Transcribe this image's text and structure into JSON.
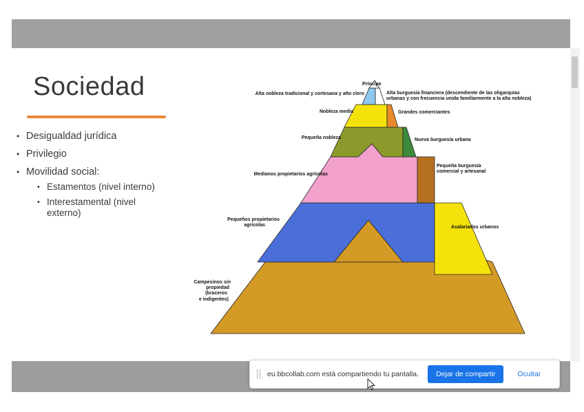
{
  "slide": {
    "title": "Sociedad",
    "accent_color": "#e8893a",
    "bullets": [
      {
        "text": "Desigualdad jurídica"
      },
      {
        "text": "Privilegio"
      },
      {
        "text": "Movilidad social:",
        "sub": [
          "Estamentos (nivel interno)",
          "Interestamental (nivel externo)"
        ]
      }
    ]
  },
  "pyramid": {
    "colors": {
      "blue_light": "#8fc8ee",
      "yellow": "#f5e20a",
      "orange": "#e8892a",
      "olive": "#8b9a2a",
      "green": "#3c8a3c",
      "pink": "#f2a0cc",
      "brown": "#b4711e",
      "royal_blue": "#4a6fd8",
      "gold": "#d49a26"
    },
    "labels": {
      "principe": "Príncipe",
      "alta_nobleza": "Alta nobleza tradicional y cortesana y alto clero",
      "alta_burguesia_1": "Alta burguesía financiera (descendiente de las oligarquías",
      "alta_burguesia_2": "urbanas y con frecuencia unida familiarmente a la alta nobleza)",
      "nobleza_media": "Nobleza media",
      "grandes_comerciantes": "Grandes comerciantes",
      "pequena_nobleza": "Pequeña nobleza",
      "nueva_burguesia": "Nueva burguesía urbana",
      "medianos_propietarios": "Medianos propietarios agrícolas",
      "pequena_burguesia_1": "Pequeña burguesía",
      "pequena_burguesia_2": "comercial y artesanal",
      "pequenos_propietarios_1": "Pequeños propietarios",
      "pequenos_propietarios_2": "agrícolas",
      "asalariados": "Asalariados urbanos",
      "campesinos_1": "Campesinos sin",
      "campesinos_2": "propiedad",
      "campesinos_3": "(braceros",
      "campesinos_4": "e indigentes)"
    }
  },
  "share_bar": {
    "message": "eu.bbcollab.com está compartiendo tu pantalla.",
    "stop_label": "Dejar de compartir",
    "hide_label": "Ocultar",
    "accent": "#1a73e8"
  }
}
